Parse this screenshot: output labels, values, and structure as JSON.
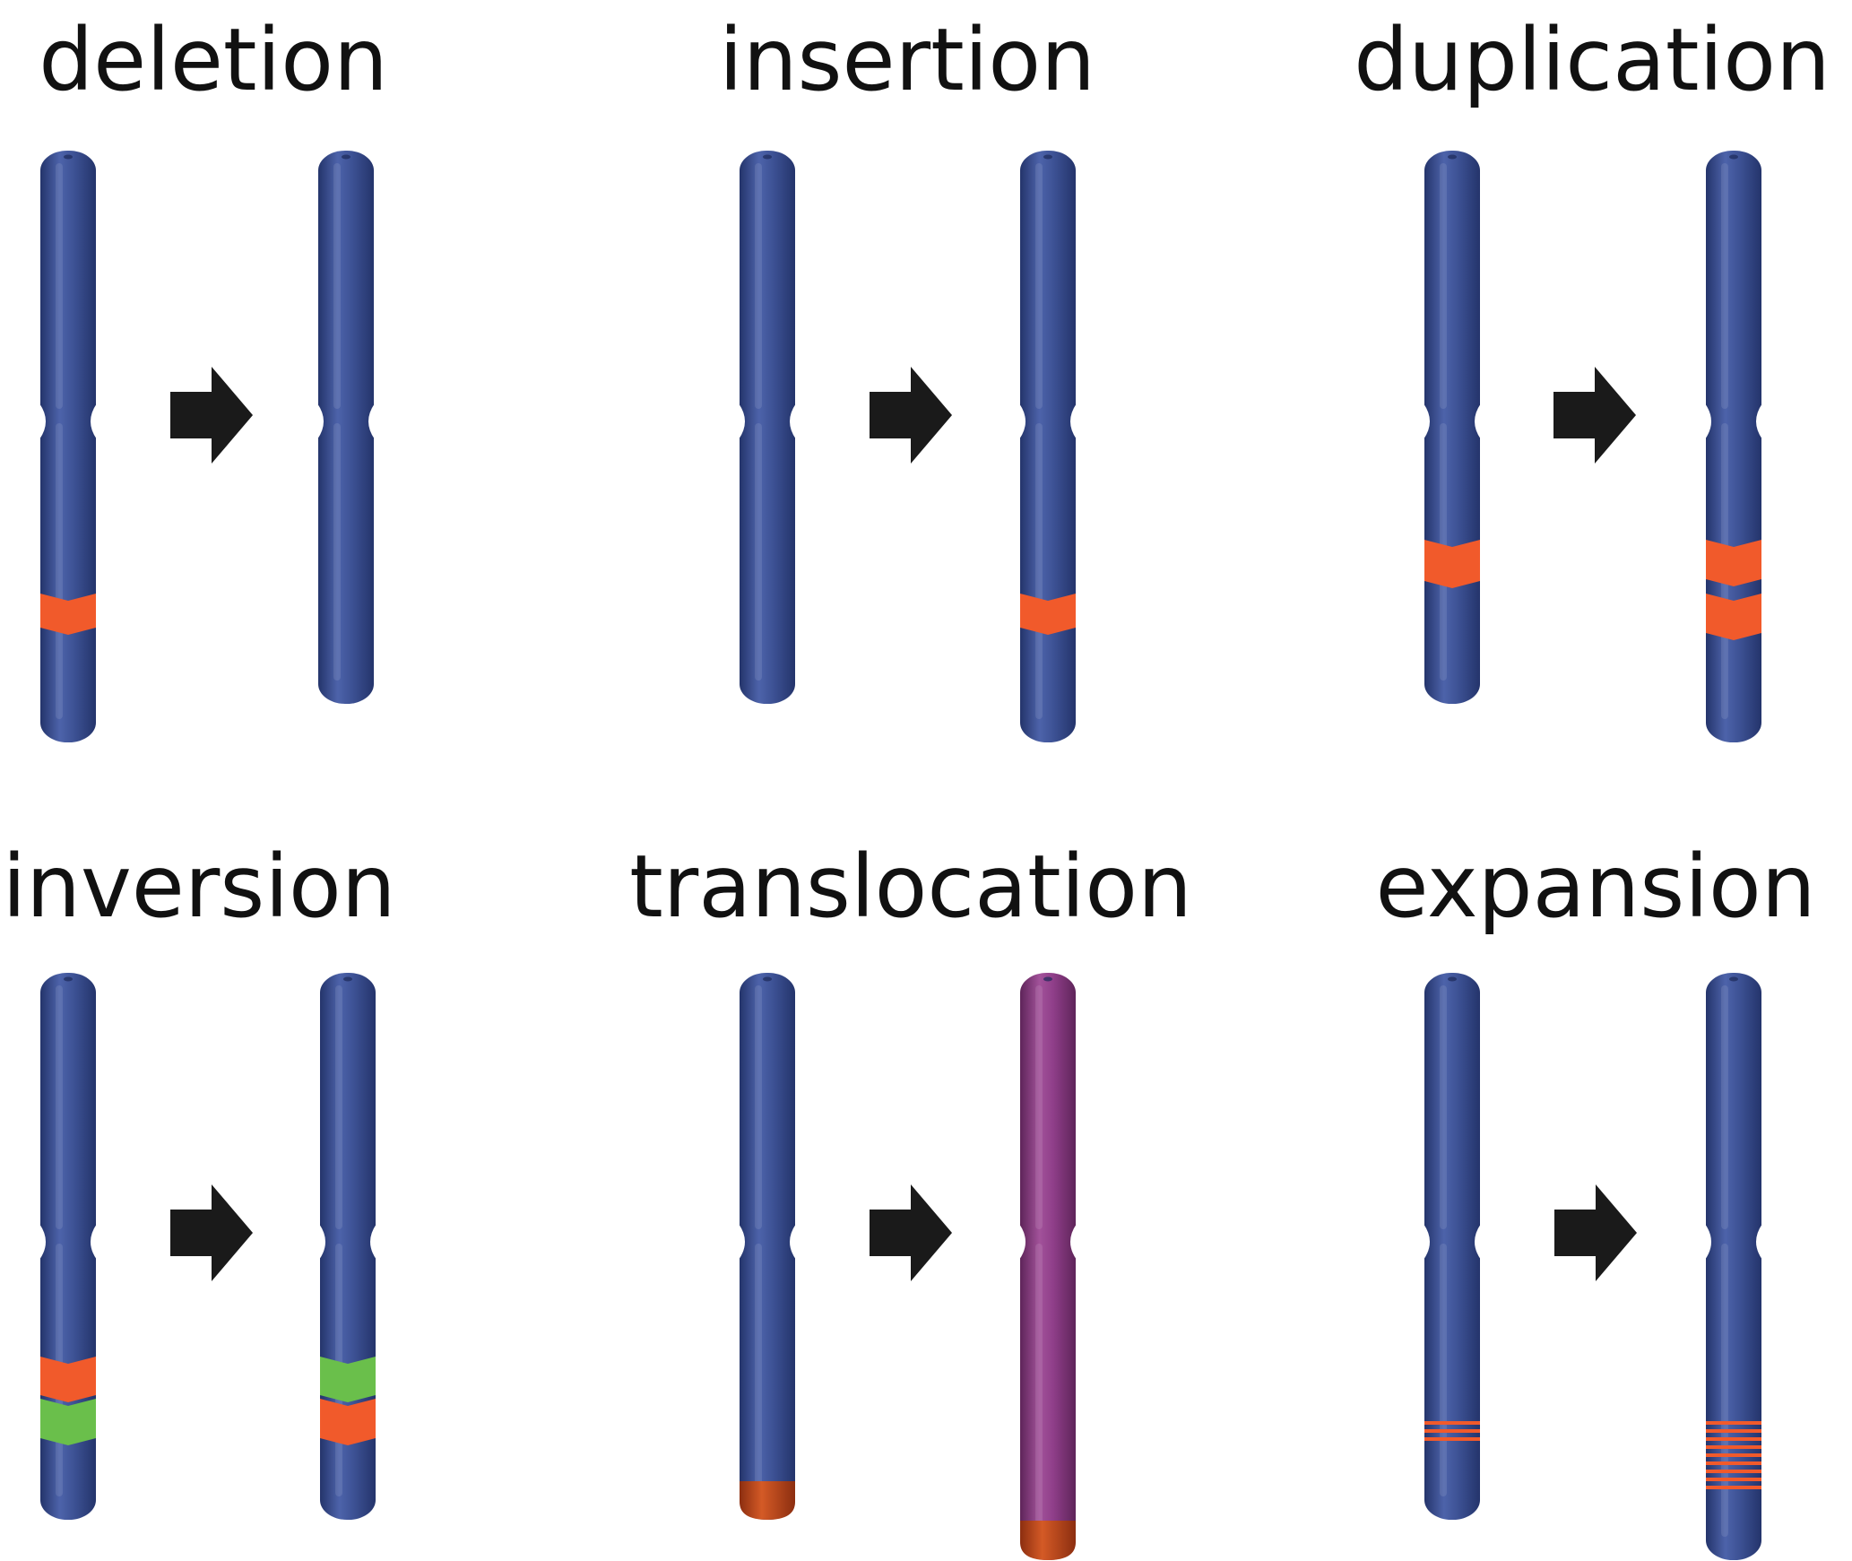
{
  "colors": {
    "chromosome": "#3d5295",
    "chromosome_light": "#5b72b8",
    "chromosome_dark": "#24346b",
    "translocated": "#8f3e89",
    "translocated_light": "#b160a8",
    "translocated_dark": "#5e2459",
    "segment_orange": "#f15a2b",
    "segment_green": "#6abf4b",
    "tip_brown": "#c4481e",
    "arrow": "#1a1a1a"
  },
  "panels": [
    {
      "id": "deletion",
      "title": "deletion"
    },
    {
      "id": "insertion",
      "title": "insertion"
    },
    {
      "id": "duplication",
      "title": "duplication"
    },
    {
      "id": "inversion",
      "title": "inversion"
    },
    {
      "id": "translocation",
      "title": "translocation"
    },
    {
      "id": "expansion",
      "title": "expansion"
    }
  ]
}
